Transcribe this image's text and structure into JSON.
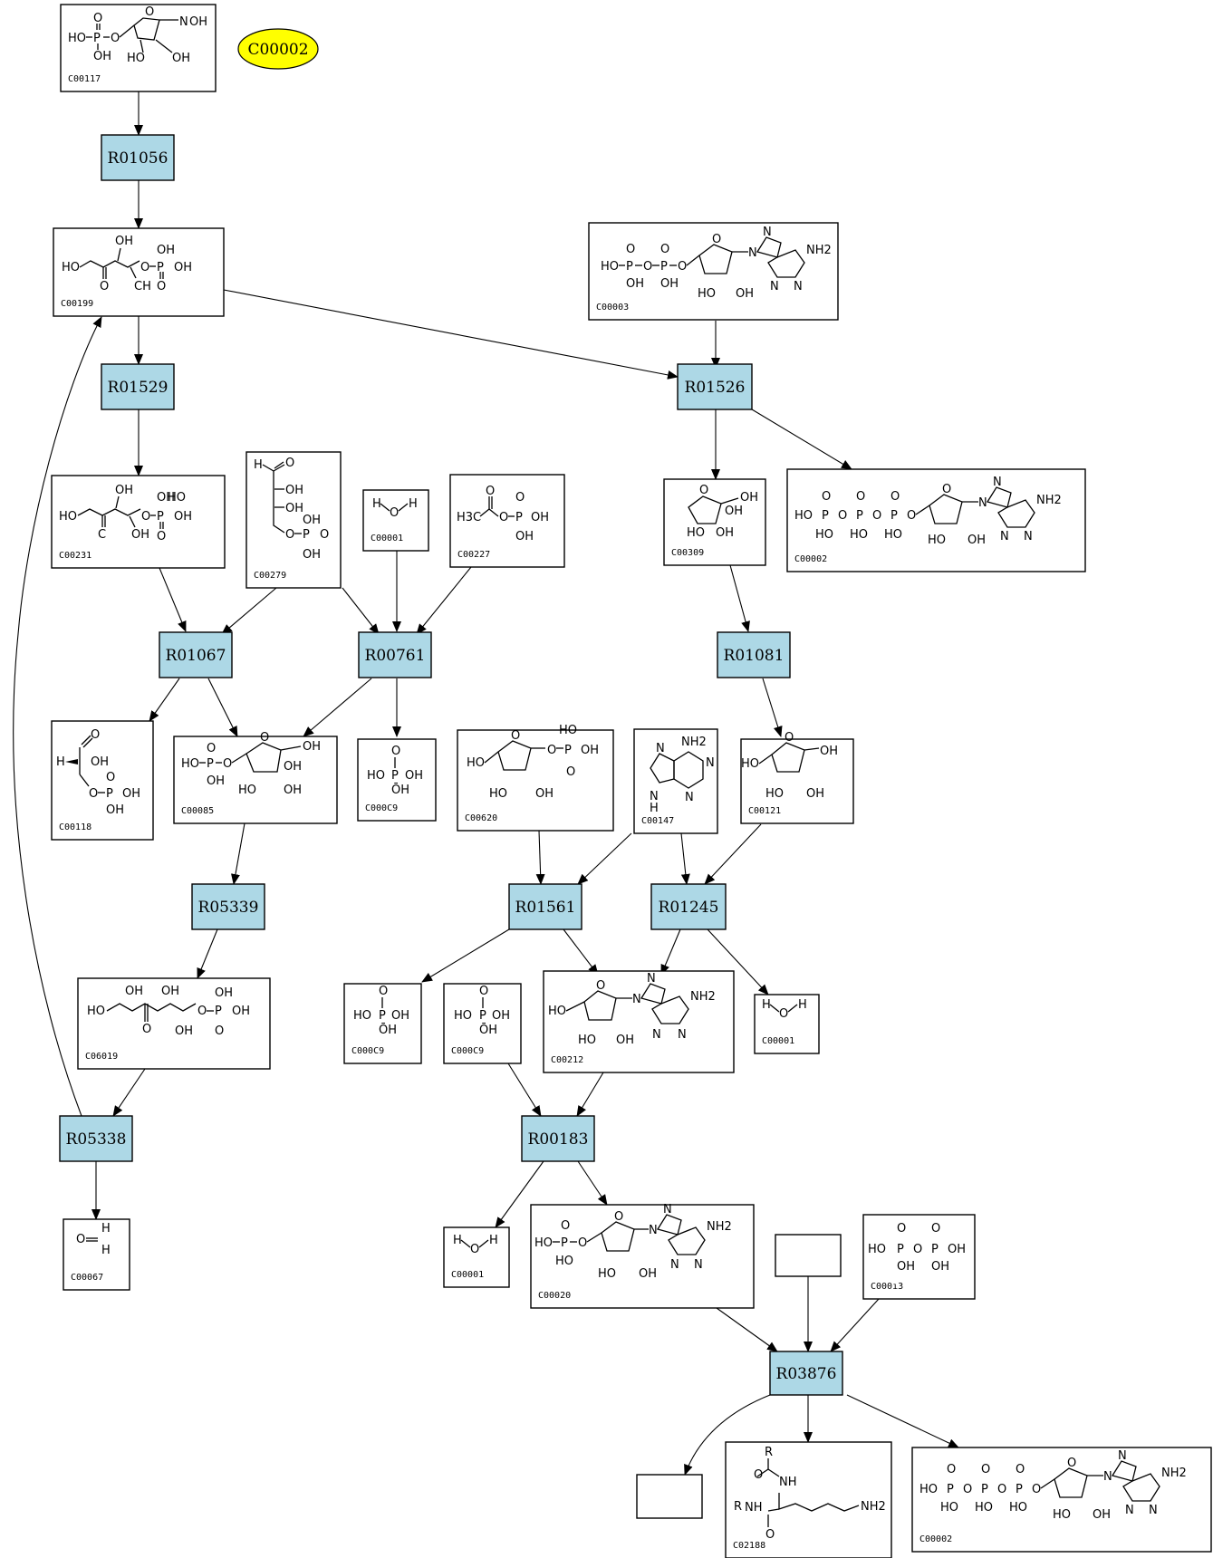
{
  "highlight": {
    "label": "C00002",
    "color": "#ffff00"
  },
  "colors": {
    "reaction_fill": "#add8e6",
    "compound_fill": "#ffffff",
    "edge": "#000000"
  },
  "reactions": [
    "R01056",
    "R01529",
    "R01526",
    "R01067",
    "R00761",
    "R01081",
    "R05339",
    "R01561",
    "R01245",
    "R05338",
    "R00183",
    "R03876"
  ],
  "compounds": {
    "C00117": "C00117",
    "C00199": "C00199",
    "C00003": "C00003",
    "C00231": "C00231",
    "C00279": "C00279",
    "C00001a": "C00001",
    "C00227": "C00227",
    "C00309": "C00309",
    "C00002a": "C00002",
    "C00118": "C00118",
    "C00085": "C00085",
    "C00009a": "C000C9",
    "C00620": "C00620",
    "C00147": "C00147",
    "C00121": "C00121",
    "C06019": "C06019",
    "C00009b": "C000C9",
    "C00009c": "C000C9",
    "C00212": "C00212",
    "C00001b": "C00001",
    "C00067": "C00067",
    "C00001c": "C00001",
    "C00020": "C00020",
    "C00013": "C000ı3",
    "C02188": "C02188",
    "C00002b": "C00002"
  },
  "atoms": {
    "OH": "OH",
    "HO": "HO",
    "O": "O",
    "P": "P",
    "N": "N",
    "H": "H",
    "C": "C",
    "NH2": "NH2",
    "NH": "NH",
    "R": "R",
    "CH": "CH",
    "H3C": "H3C",
    "OH_dotted": "ŌH"
  }
}
